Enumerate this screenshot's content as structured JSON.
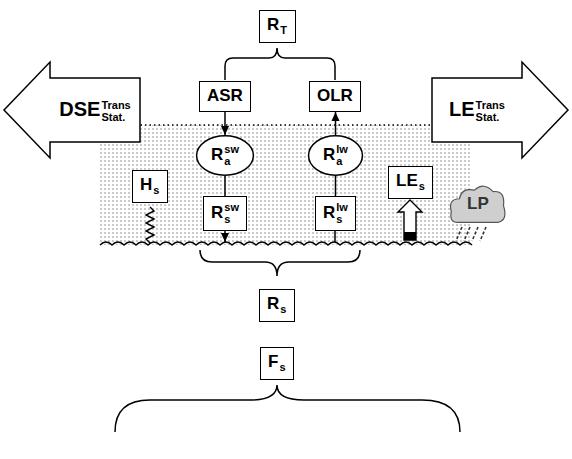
{
  "diagram": {
    "nodes": [
      {
        "text": [
          "R",
          "T"
        ]
      },
      {
        "text": [
          "ASR"
        ]
      },
      {
        "text": [
          "OLR"
        ]
      },
      {
        "text": [
          "DSE",
          "Trans",
          "Stat."
        ]
      },
      {
        "text": [
          "LE",
          "Trans",
          "Stat."
        ]
      },
      {
        "text": [
          "R",
          "a",
          "sw"
        ]
      },
      {
        "text": [
          "R",
          "a",
          "lw"
        ]
      },
      {
        "text": [
          "H",
          "s"
        ]
      },
      {
        "text": [
          "LE",
          "s"
        ]
      },
      {
        "text": [
          "R",
          "s",
          "sw"
        ]
      },
      {
        "text": [
          "R",
          "s",
          "lw"
        ]
      },
      {
        "text": [
          "LP"
        ]
      },
      {
        "text": [
          "R",
          "s"
        ]
      },
      {
        "text": [
          "F",
          "s"
        ]
      }
    ],
    "edges": [
      {
        "from": 1,
        "to": 5,
        "arrow": "to"
      },
      {
        "from": 5,
        "to": 9,
        "arrow": "none"
      },
      {
        "from": 10,
        "to": 6,
        "arrow": "none"
      },
      {
        "from": 6,
        "to": 2,
        "arrow": "to"
      }
    ]
  }
}
